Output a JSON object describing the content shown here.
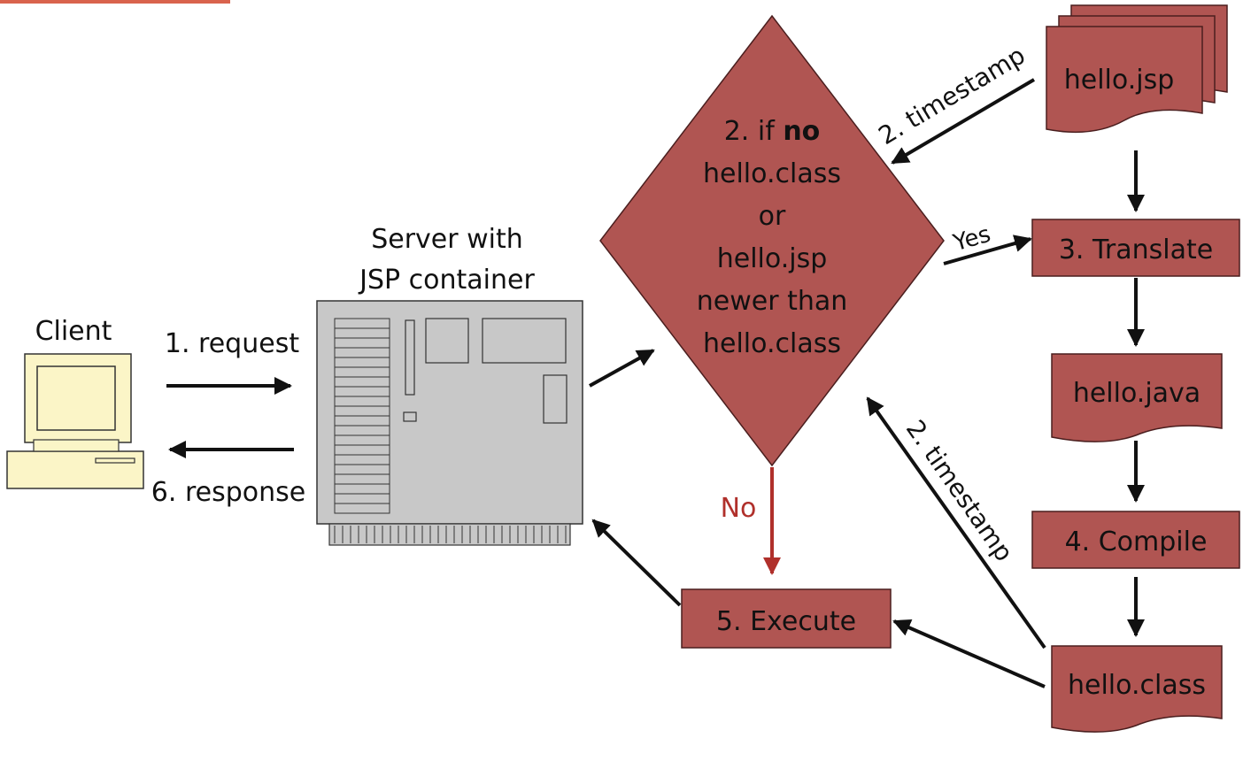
{
  "colors": {
    "box_fill": "#b05552",
    "box_stroke": "#4a1e1e",
    "arrow": "#111111",
    "no_arrow": "#b0302b",
    "accent_rule": "#d9634d",
    "computer_fill": "#fbf5c7",
    "server_fill": "#c8c8c8"
  },
  "labels": {
    "client": "Client",
    "server_line1": "Server with",
    "server_line2": "JSP container",
    "request": "1. request",
    "response": "6. response",
    "timestamp_top": "2. timestamp",
    "timestamp_bottom": "2. timestamp",
    "yes": "Yes",
    "no": "No"
  },
  "decision": {
    "line1_prefix": "2. if ",
    "line1_bold": "no",
    "line2": "hello.class",
    "line3": "or",
    "line4": "hello.jsp",
    "line5": "newer than",
    "line6": "hello.class"
  },
  "docs": {
    "jsp": "hello.jsp",
    "java": "hello.java",
    "class": "hello.class"
  },
  "steps": {
    "translate": "3. Translate",
    "compile": "4. Compile",
    "execute": "5. Execute"
  }
}
